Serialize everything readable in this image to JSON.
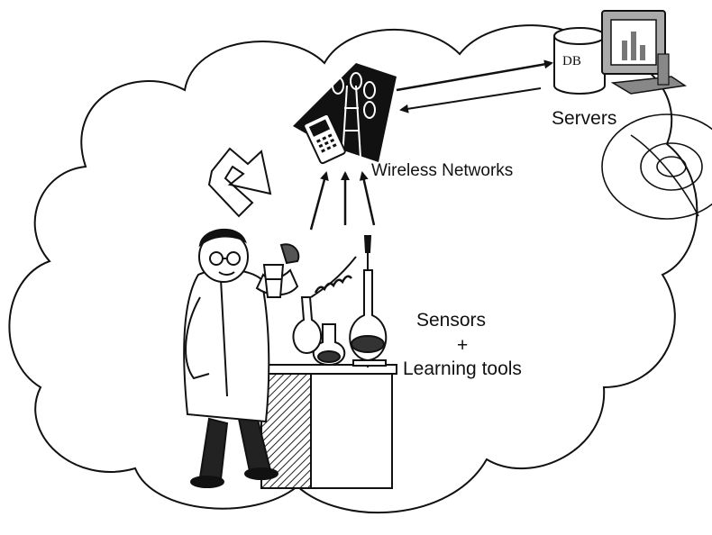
{
  "diagram": {
    "labels": {
      "wireless_networks": "Wireless Networks",
      "servers": "Servers",
      "database": "DB",
      "sensors": "Sensors",
      "plus": "+",
      "learning_tools": "Learning tools"
    },
    "nodes": [
      {
        "id": "cell-tower",
        "icon": "cell-tower-icon"
      },
      {
        "id": "db-server",
        "icon": "database-icon"
      },
      {
        "id": "monitor",
        "icon": "computer-monitor-icon"
      },
      {
        "id": "scientist",
        "icon": "scientist-icon"
      },
      {
        "id": "lab-apparatus",
        "icon": "lab-flask-icon"
      }
    ],
    "edges": [
      {
        "from": "cell-tower",
        "to": "db-server",
        "style": "arrow"
      },
      {
        "from": "db-server",
        "to": "cell-tower",
        "style": "arrow"
      },
      {
        "from": "lab-apparatus",
        "to": "cell-tower",
        "style": "arrow",
        "count": 3
      }
    ],
    "colors": {
      "line": "#111111",
      "background": "#ffffff",
      "hatch": "#333333"
    }
  }
}
